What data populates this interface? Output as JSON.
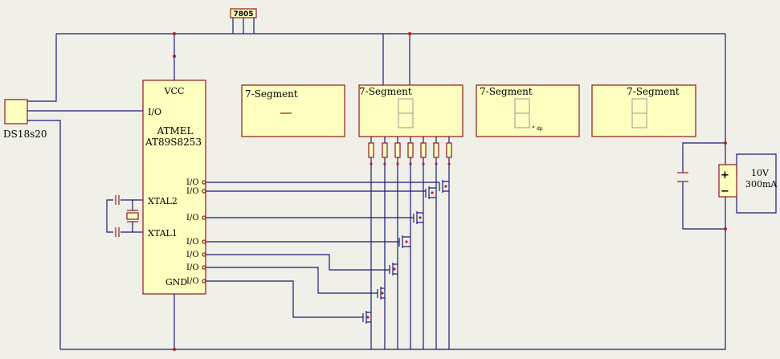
{
  "components": {
    "regulator": {
      "label": "7805"
    },
    "sensor": {
      "label": "DS18s20",
      "pin_label": "I/O"
    },
    "mcu": {
      "brand": "ATMEL",
      "model": "AT89S8253",
      "vcc": "VCC",
      "gnd": "GND",
      "xtal1": "XTAL1",
      "xtal2": "XTAL2",
      "io_pin": "I/O"
    },
    "displays": [
      {
        "label": "7-Segment"
      },
      {
        "label": "7-Segment"
      },
      {
        "label": "7-Segment"
      },
      {
        "label": "7-Segment"
      }
    ],
    "display_dp": "dp",
    "battery": {
      "voltage": "10V",
      "current": "300mA",
      "plus": "+",
      "minus": "−"
    }
  },
  "colors": {
    "background": "#f0f0e8",
    "wire": "#1a1a7a",
    "part_fill": "#ffffc0",
    "part_outline": "#8b1a1a",
    "junction": "#b22222"
  }
}
